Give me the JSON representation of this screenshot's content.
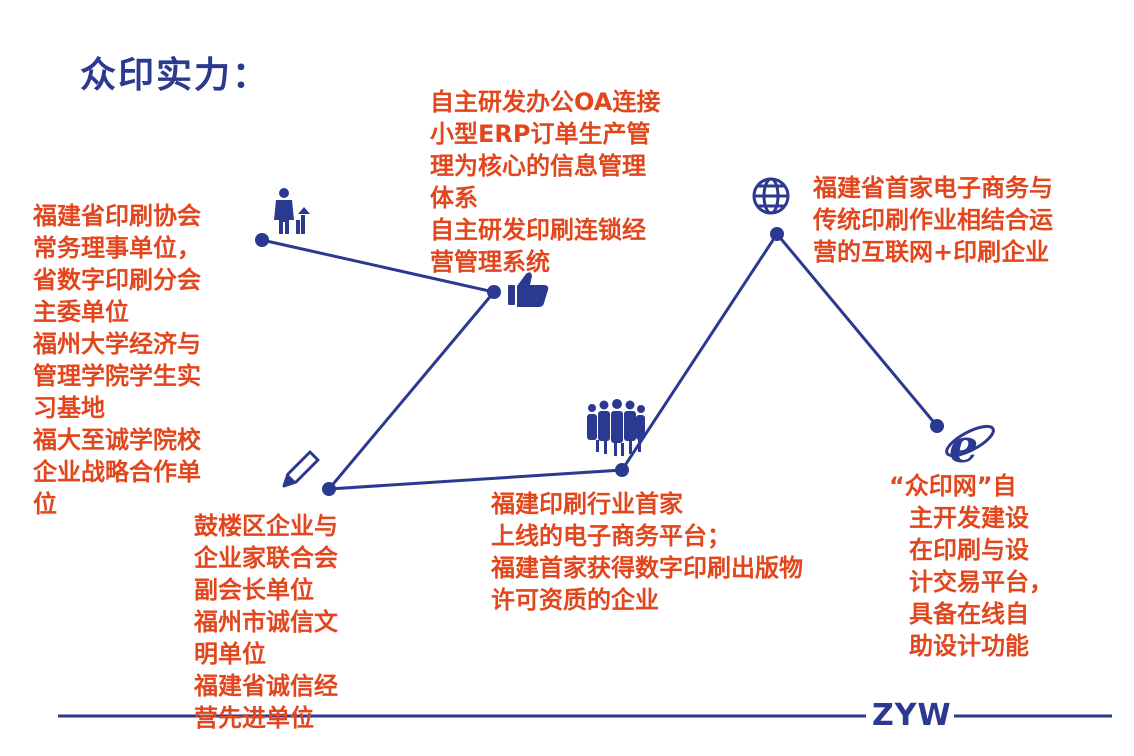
{
  "title": "众印实力：",
  "brand": "ZYW",
  "colors": {
    "accent": "#2B3990",
    "text": "#E2461D"
  },
  "blocks": [
    {
      "id": "block-1",
      "icon": "businessman-growth-icon",
      "lines": [
        "福建省印刷协会",
        "常务理事单位，",
        "省数字印刷分会",
        "主委单位",
        "福州大学经济与",
        "管理学院学生实",
        "习基地",
        "福大至诚学院校",
        "企业战略合作单",
        "位"
      ]
    },
    {
      "id": "block-2",
      "icon": "thumbs-up-icon",
      "lines": [
        "自主研发办公OA连接",
        "小型ERP订单生产管",
        "理为核心的信息管理",
        "体系",
        "自主研发印刷连锁经",
        "营管理系统"
      ]
    },
    {
      "id": "block-3",
      "icon": "pencil-icon",
      "lines": [
        "鼓楼区企业与",
        "企业家联合会",
        "副会长单位",
        "福州市诚信文",
        "明单位",
        "福建省诚信经",
        "营先进单位"
      ]
    },
    {
      "id": "block-4",
      "icon": "team-icon",
      "lines": [
        "福建印刷行业首家",
        "上线的电子商务平台；",
        "福建首家获得数字印刷出版物",
        "许可资质的企业"
      ]
    },
    {
      "id": "block-5",
      "icon": "globe-icon",
      "lines": [
        "福建省首家电子商务与",
        "传统印刷作业相结合运",
        "营的互联网+印刷企业"
      ]
    },
    {
      "id": "block-6",
      "icon": "internet-explorer-icon",
      "lines": [
        "“众印网”自",
        "主开发建设",
        "在印刷与设",
        "计交易平台，",
        "具备在线自",
        "助设计功能"
      ]
    }
  ]
}
